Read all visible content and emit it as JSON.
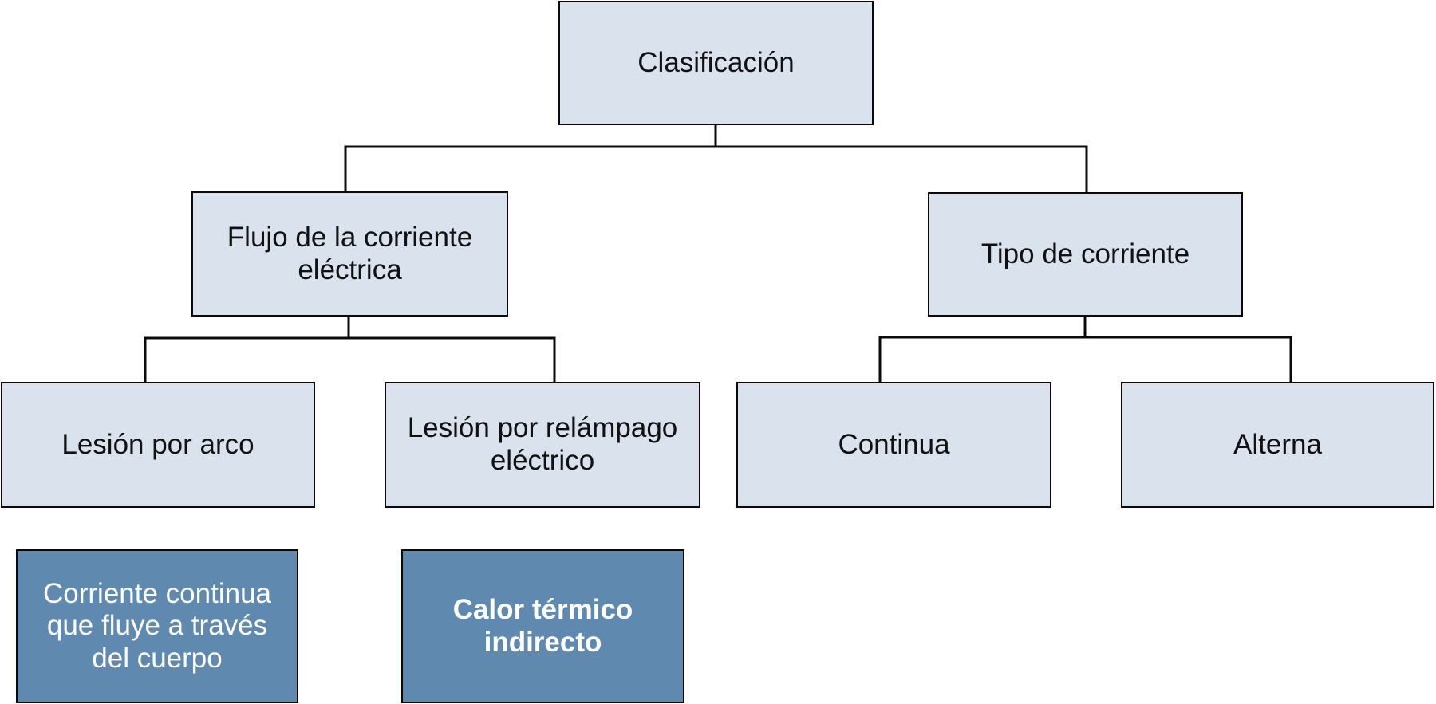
{
  "tree": {
    "root": {
      "label": "Clasificación",
      "children": [
        {
          "label": "Flujo de la corriente eléctrica",
          "children": [
            {
              "label": "Lesión por arco",
              "note": "Corriente continua que fluye a través del cuerpo"
            },
            {
              "label": "Lesión por relámpago eléctrico",
              "note": "Calor térmico indirecto"
            }
          ]
        },
        {
          "label": "Tipo de corriente",
          "children": [
            {
              "label": "Continua"
            },
            {
              "label": "Alterna"
            }
          ]
        }
      ]
    }
  },
  "colors": {
    "background": "#ffffff",
    "node_fill": "#dae2ee",
    "node_border": "#0a0a0a",
    "node_text": "#111111",
    "note_fill": "#6089b0",
    "note_text": "#ffffff",
    "connector": "#0a0a0a"
  }
}
